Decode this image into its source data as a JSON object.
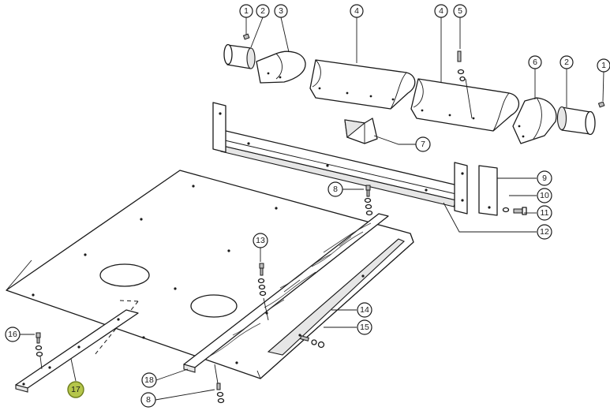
{
  "diagram": {
    "callouts": [
      {
        "id": "c1a",
        "label": "1"
      },
      {
        "id": "c2a",
        "label": "2"
      },
      {
        "id": "c3",
        "label": "3"
      },
      {
        "id": "c4a",
        "label": "4"
      },
      {
        "id": "c4b",
        "label": "4"
      },
      {
        "id": "c5",
        "label": "5"
      },
      {
        "id": "c6",
        "label": "6"
      },
      {
        "id": "c2b",
        "label": "2"
      },
      {
        "id": "c1b",
        "label": "1"
      },
      {
        "id": "c7",
        "label": "7"
      },
      {
        "id": "c8a",
        "label": "8"
      },
      {
        "id": "c9",
        "label": "9"
      },
      {
        "id": "c10",
        "label": "10"
      },
      {
        "id": "c11",
        "label": "11"
      },
      {
        "id": "c12",
        "label": "12"
      },
      {
        "id": "c13",
        "label": "13"
      },
      {
        "id": "c14",
        "label": "14"
      },
      {
        "id": "c15",
        "label": "15"
      },
      {
        "id": "c16",
        "label": "16"
      },
      {
        "id": "c17",
        "label": "17",
        "highlight": true
      },
      {
        "id": "c18",
        "label": "18"
      },
      {
        "id": "c8b",
        "label": "8"
      }
    ],
    "highlight_color": "#b5c64b"
  }
}
